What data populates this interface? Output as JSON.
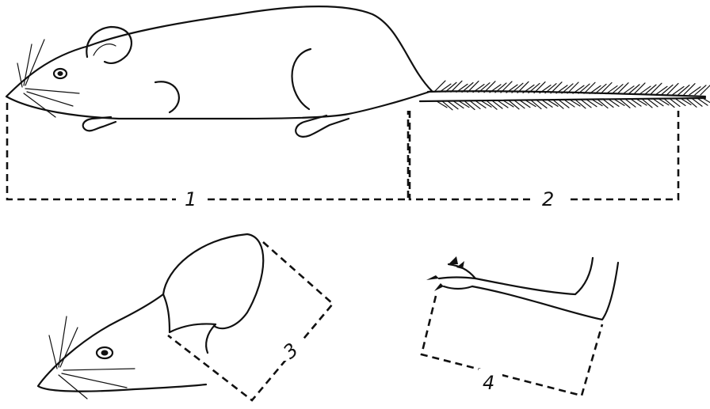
{
  "labels": {
    "body_length": "1",
    "tail_length": "2",
    "ear_length": "3",
    "hind_foot_length": "4"
  },
  "ink_color": "#111111",
  "background_color": "#ffffff"
}
